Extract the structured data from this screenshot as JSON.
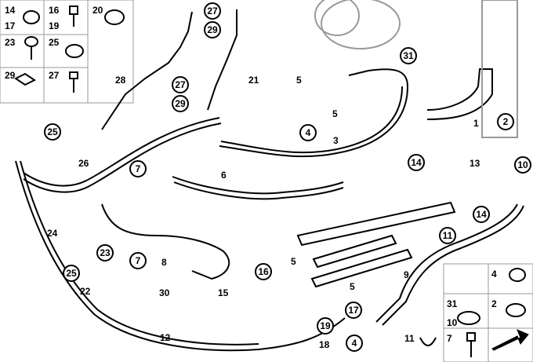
{
  "callouts": {
    "c27a": "27",
    "c29a": "29",
    "c31": "31",
    "c2": "2",
    "c10": "10",
    "c25a": "25",
    "c7a": "7",
    "c14a": "14",
    "c14b": "14",
    "c11": "11",
    "c23": "23",
    "c25b": "25",
    "c7b": "7",
    "c16": "16",
    "c17": "17",
    "c19": "19",
    "c4a": "4",
    "c4b": "4",
    "c27b": "27",
    "c29b": "29"
  },
  "labels": {
    "l5a": "5",
    "l5b": "5",
    "l5c": "5",
    "l5d": "5",
    "l1": "1",
    "l3": "3",
    "l6": "6",
    "l8": "8",
    "l9": "9",
    "l12": "12",
    "l13": "13",
    "l15": "15",
    "l18": "18",
    "l21": "21",
    "l22": "22",
    "l24": "24",
    "l26": "26",
    "l28": "28",
    "l30": "30"
  },
  "kit": {
    "k14": "14",
    "k16": "16",
    "k20": "20",
    "k17": "17",
    "k19": "19",
    "k23": "23",
    "k25": "25",
    "k29": "29",
    "k27": "27",
    "k4": "4",
    "k31": "31",
    "k2": "2",
    "k10": "10",
    "k11": "11",
    "k7": "7"
  }
}
